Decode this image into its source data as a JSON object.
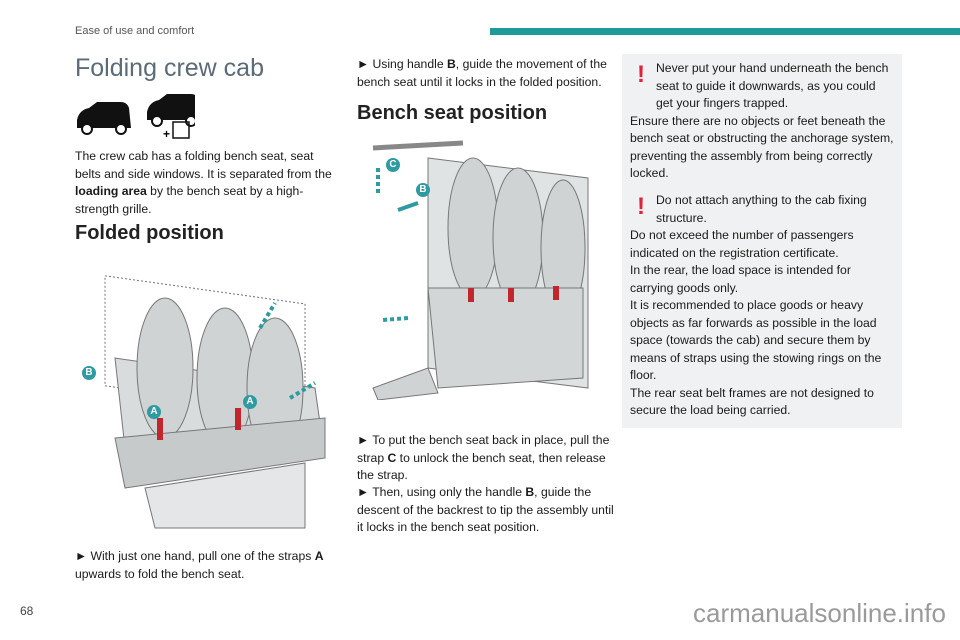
{
  "header": {
    "section": "Ease of use and comfort",
    "accent": "#1e9a9a"
  },
  "left": {
    "title": "Folding crew cab",
    "intro_pre": "The crew cab has a folding bench seat, seat belts and side windows. It is separated from the ",
    "intro_bold": "loading area",
    "intro_post": " by the bench seat by a high-strength grille.",
    "heading": "Folded position",
    "figure_labels": {
      "a": "A",
      "b": "B"
    },
    "step_pre": "► With just one hand, pull one of the straps ",
    "step_bold": "A",
    "step_post": " upwards to fold the bench seat."
  },
  "middle": {
    "step1_pre": "► Using handle ",
    "step1_bold": "B",
    "step1_post": ", guide the movement of the bench seat until it locks in the folded position.",
    "heading": "Bench seat position",
    "figure_labels": {
      "b": "B",
      "c": "C"
    },
    "step2_pre": "► To put the bench seat back in place, pull the strap ",
    "step2_bold": "C",
    "step2_post": " to unlock the bench seat, then release the strap.",
    "step3_pre": "► Then, using only the handle ",
    "step3_bold": "B",
    "step3_post": ", guide the descent of the backrest to tip the assembly until it locks in the bench seat position."
  },
  "warnings": [
    {
      "icon": "!",
      "text": "Never put your hand underneath the bench seat to guide it downwards, as you could get your fingers trapped.",
      "more": [
        "Ensure there are no objects or feet beneath the bench seat or obstructing the anchorage system, preventing the assembly from being correctly locked."
      ]
    },
    {
      "icon": "!",
      "text": "Do not attach anything to the cab fixing structure.",
      "more": [
        "Do not exceed the number of passengers indicated on the registration certificate.",
        "In the rear, the load space is intended for carrying goods only.",
        "It is recommended to place goods or heavy objects as far forwards as possible in the load space (towards the cab) and secure them by means of straps using the stowing rings on the floor.",
        "The rear seat belt frames are not designed to secure the load being carried."
      ]
    }
  ],
  "footer": {
    "page": "68",
    "watermark": "carmanualsonline.info"
  }
}
